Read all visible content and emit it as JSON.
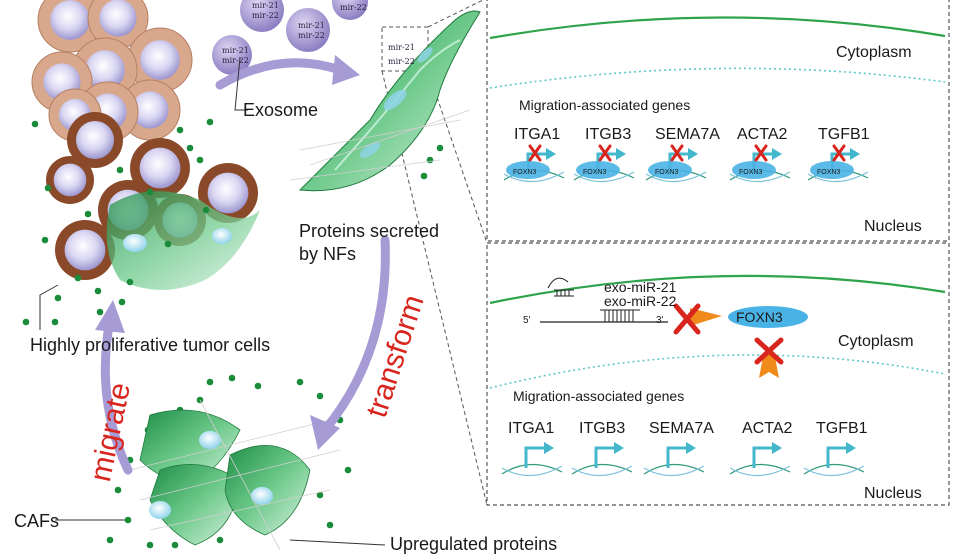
{
  "labels": {
    "exosome": "Exosome",
    "proteins_secreted": [
      "Proteins secreted",
      "by NFs"
    ],
    "tumor_cells": "Highly proliferative tumor cells",
    "cafs": "CAFs",
    "upregulated": "Upregulated proteins",
    "migrate": "migrate",
    "transform": "transform"
  },
  "mirna": [
    "mir-21",
    "mir-22"
  ],
  "top_panel": {
    "cytoplasm": "Cytoplasm",
    "heading": "Migration-associated genes",
    "genes": [
      "ITGA1",
      "ITGB3",
      "SEMA7A",
      "ACTA2",
      "TGFB1"
    ],
    "tf": "FOXN3",
    "nucleus": "Nucleus"
  },
  "bottom_panel": {
    "exo_mir21": "exo-miR-21",
    "exo_mir22": "exo-miR-22",
    "five_prime": "5'",
    "three_prime": "3'",
    "foxn3": "FOXN3",
    "cytoplasm": "Cytoplasm",
    "heading": "Migration-associated genes",
    "genes": [
      "ITGA1",
      "ITGB3",
      "SEMA7A",
      "ACTA2",
      "TGFB1"
    ],
    "nucleus": "Nucleus"
  },
  "colors": {
    "membrane": "#2fa34b",
    "inner_membrane": "#5fc7c9",
    "fibroblast": "#3aa85a",
    "tumor_outer": "#d9a88c",
    "tumor_caf": "#8a4a2a",
    "exosome": "#9a8cc8",
    "arrow_purple": "#a79bd6",
    "red": "#d8261f",
    "orange": "#f08a1b",
    "foxn3": "#4ab3e6"
  }
}
